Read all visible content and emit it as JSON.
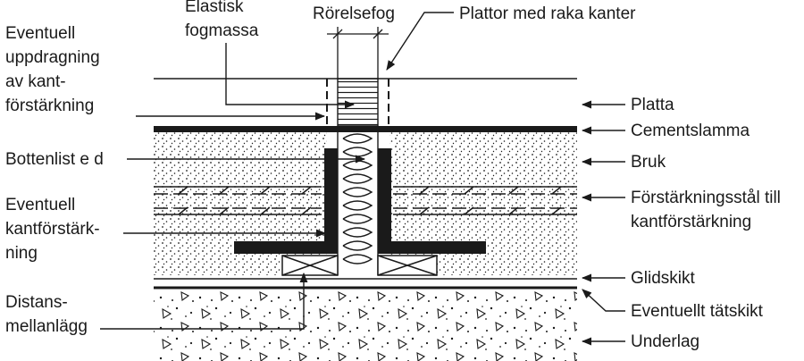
{
  "labels": {
    "elastisk_fogmassa": [
      "Elastisk",
      "fogmassa"
    ],
    "rorelsefog": "Rörelsefog",
    "plattor_med_raka_kanter": "Plattor med raka kanter",
    "eventuell_uppdragning": [
      "Eventuell",
      "uppdragning",
      "av kant-",
      "förstärkning"
    ],
    "bottenlist": "Bottenlist e d",
    "eventuell_kantforstarkning": [
      "Eventuell",
      "kantförstärk-",
      "ning"
    ],
    "distansmellanlagg": [
      "Distans-",
      "mellanlägg"
    ],
    "platta": "Platta",
    "cementslamma": "Cementslamma",
    "bruk": "Bruk",
    "forstarkningsstal": [
      "Förstärkningsstål till",
      "kantförstärkning"
    ],
    "glidskikt": "Glidskikt",
    "eventuellt_tatskikt": "Eventuellt tätskikt",
    "underlag": "Underlag"
  },
  "colors": {
    "ink": "#1a1a1a",
    "background": "#ffffff"
  }
}
